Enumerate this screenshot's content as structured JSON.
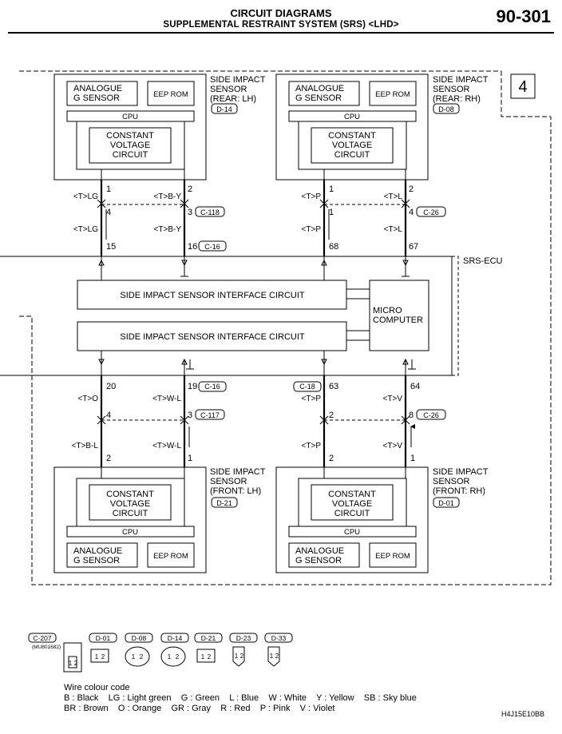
{
  "header": {
    "title": "CIRCUIT DIAGRAMS",
    "subtitle": "SUPPLEMENTAL RESTRAINT SYSTEM (SRS) <LHD>",
    "page_number": "90-301"
  },
  "section_marker": "4",
  "common": {
    "analogue_g_sensor_line1": "ANALOGUE",
    "analogue_g_sensor_line2": "G SENSOR",
    "eep_rom": "EEP ROM",
    "cpu": "CPU",
    "cvc_line1": "CONSTANT",
    "cvc_line2": "VOLTAGE",
    "cvc_line3": "CIRCUIT"
  },
  "sensors": {
    "rear_lh": {
      "line1": "SIDE IMPACT",
      "line2": "SENSOR",
      "line3": "(REAR: LH)",
      "connector": "D-14"
    },
    "rear_rh": {
      "line1": "SIDE IMPACT",
      "line2": "SENSOR",
      "line3": "(REAR: RH)",
      "connector": "D-08"
    },
    "front_lh": {
      "line1": "SIDE IMPACT",
      "line2": "SENSOR",
      "line3": "(FRONT: LH)",
      "connector": "D-21"
    },
    "front_rh": {
      "line1": "SIDE IMPACT",
      "line2": "SENSOR",
      "line3": "(FRONT: RH)",
      "connector": "D-01"
    }
  },
  "ecu": {
    "label": "SRS-ECU",
    "interface_1": "SIDE IMPACT SENSOR INTERFACE CIRCUIT",
    "interface_2": "SIDE IMPACT SENSOR INTERFACE CIRCUIT",
    "micro_line1": "MICRO",
    "micro_line2": "COMPUTER"
  },
  "wires": {
    "rear_lh": {
      "pin_top_a": "1",
      "pin_top_b": "2",
      "wire_top_a": "<T>LG",
      "wire_top_b": "<T>B-Y",
      "mid_a": "4",
      "mid_b": "3",
      "mid_conn": "C-118",
      "wire_bot_a": "<T>LG",
      "wire_bot_b": "<T>B-Y",
      "ecu_a": "15",
      "ecu_b": "16",
      "ecu_conn": "C-16"
    },
    "rear_rh": {
      "pin_top_a": "1",
      "pin_top_b": "2",
      "wire_top_a": "<T>P",
      "wire_top_b": "<T>L",
      "mid_a": "1",
      "mid_b": "4",
      "mid_conn": "C-26",
      "wire_bot_a": "<T>P",
      "wire_bot_b": "<T>L",
      "ecu_a": "68",
      "ecu_b": "67"
    },
    "front_lh": {
      "ecu_a": "20",
      "ecu_b": "19",
      "ecu_conn": "C-16",
      "wire_top_a": "<T>O",
      "wire_top_b": "<T>W-L",
      "mid_a": "4",
      "mid_b": "3",
      "mid_conn": "C-117",
      "wire_bot_a": "<T>B-L",
      "wire_bot_b": "<T>W-L",
      "pin_a": "2",
      "pin_b": "1"
    },
    "front_rh": {
      "ecu_conn": "C-18",
      "ecu_a": "63",
      "ecu_b": "64",
      "wire_top_a": "<T>P",
      "wire_top_b": "<T>V",
      "mid_a": "2",
      "mid_b": "8",
      "mid_conn": "C-26",
      "wire_bot_a": "<T>P",
      "wire_bot_b": "<T>V",
      "pin_a": "2",
      "pin_b": "1"
    }
  },
  "connectors_legend": [
    {
      "id": "C-207",
      "part": "(MU801682)"
    },
    {
      "id": "D-01"
    },
    {
      "id": "D-08"
    },
    {
      "id": "D-14"
    },
    {
      "id": "D-21"
    },
    {
      "id": "D-23"
    },
    {
      "id": "D-33"
    }
  ],
  "pin_digits": {
    "one": "1",
    "two": "2"
  },
  "wire_colour_code": {
    "title": "Wire colour code",
    "line1": "B : Black    LG : Light green    G : Green    L : Blue    W : White    Y : Yellow    SB : Sky blue",
    "line2": "BR : Brown    O : Orange    GR : Gray    R : Red    P : Pink    V : Violet"
  },
  "figure_code": "H4J15E10BB"
}
